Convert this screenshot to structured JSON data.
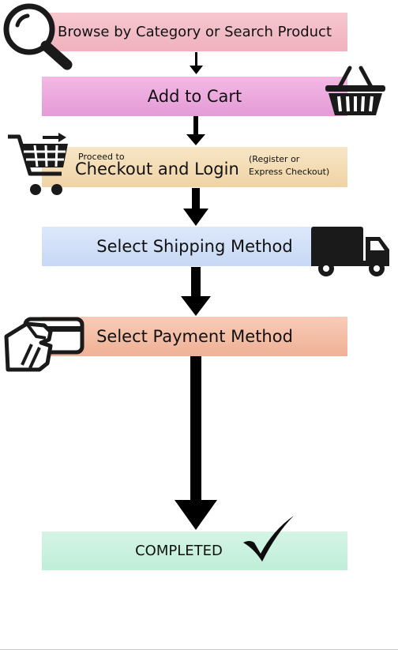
{
  "steps": {
    "browse": "Browse by Category or Search Product",
    "cart": "Add to Cart",
    "checkout_pre": "Proceed to",
    "checkout_main": "Checkout and Login",
    "checkout_side_1": "(Register or",
    "checkout_side_2": "Express Checkout)",
    "shipping": "Select Shipping Method",
    "payment": "Select Payment Method",
    "completed": "COMPLETED"
  },
  "icons": [
    "magnifier-icon",
    "basket-icon",
    "shopping-cart-icon",
    "truck-icon",
    "credit-card-hand-icon",
    "checkmark-icon"
  ],
  "colors": {
    "browse": "#f2bcc6",
    "cart": "#eaa9dd",
    "checkout": "#f3dcb4",
    "shipping": "#d2e0f8",
    "payment": "#f3bea6",
    "completed": "#c9f1df",
    "arrow": "#000000"
  }
}
